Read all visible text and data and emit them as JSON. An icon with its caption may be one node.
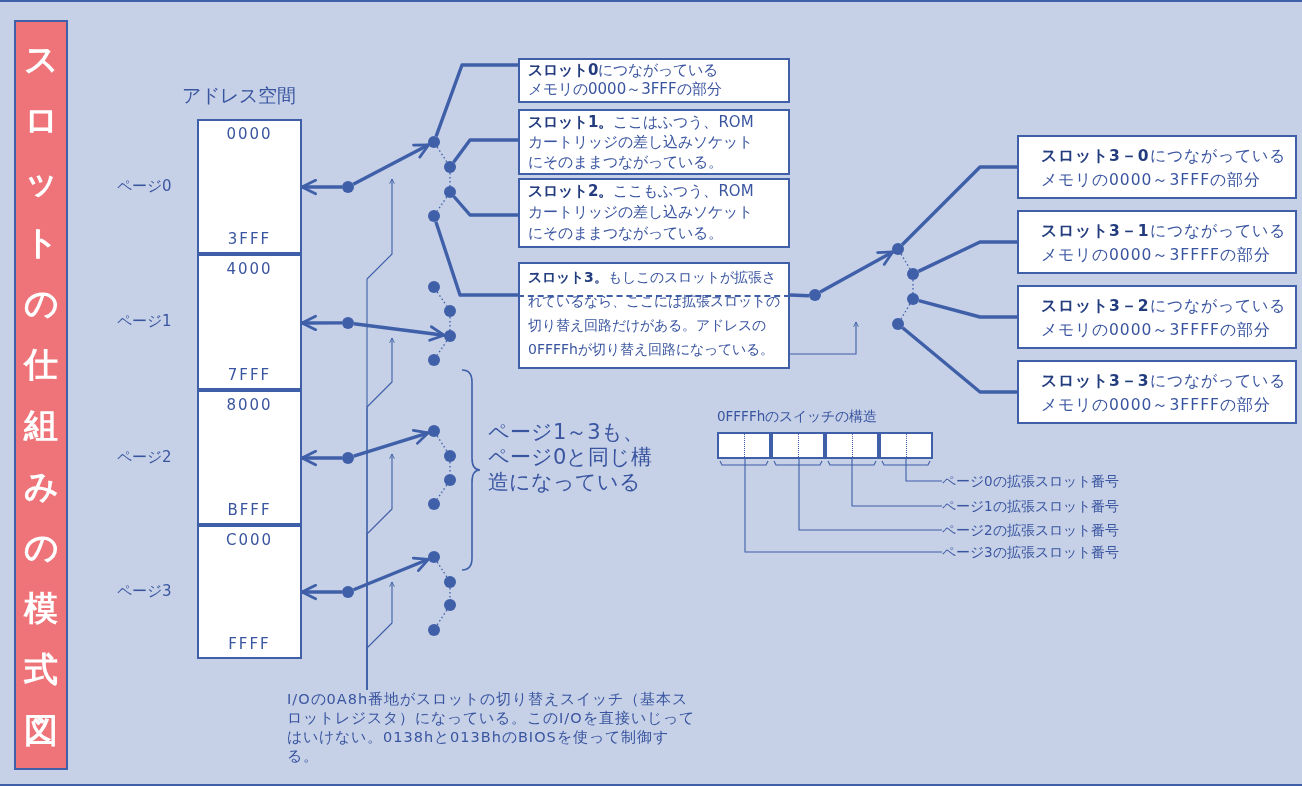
{
  "diagram": {
    "nodes": [
      {
        "text": [
          "スロットの仕組みの模式図"
        ]
      },
      {
        "text": [
          "0000",
          "3FFF"
        ],
        "beside": [
          "ページ0"
        ]
      },
      {
        "text": [
          "4000",
          "7FFF"
        ],
        "beside": [
          "ページ1"
        ]
      },
      {
        "text": [
          "8000",
          "BFFF"
        ],
        "beside": [
          "ページ2"
        ]
      },
      {
        "text": [
          "C000",
          "FFFF"
        ],
        "beside": [
          "ページ3"
        ]
      },
      {
        "text": [
          "**スロット0**につながっているメモリの0000～3FFFの部分"
        ]
      },
      {
        "text": [
          "**スロット1。**ここはふつう、ROMカートリッジの差し込みソケットにそのままつながっている。"
        ]
      },
      {
        "text": [
          "**スロット2。**ここもふつう、ROMカートリッジの差し込みソケットにそのままつながっている。"
        ]
      },
      {
        "text": [
          "**スロット3。**もしこのスロットが拡張されているなら、ここには拡張スロットの切り替え回路だけがある。アドレスの0FFFFhが切り替え回路になっている。"
        ]
      },
      {
        "text": [
          "**スロット3－0**につながっているメモリの0000～3FFFの部分"
        ]
      },
      {
        "text": [
          "**スロット3－1**につながっているメモリの0000～3FFFFの部分"
        ]
      },
      {
        "text": [
          "**スロット3－2**につながっているメモリの0000～3FFFFの部分"
        ]
      },
      {
        "text": [
          "**スロット3－3**につながっているメモリの0000～3FFFFの部分"
        ]
      },
      {
        "text": [],
        "shape": "circle"
      },
      {
        "text": [],
        "shape": "circle"
      },
      {
        "text": [],
        "shape": "circle"
      },
      {
        "text": [],
        "shape": "circle"
      },
      {
        "text": [],
        "shape": "circle"
      },
      {
        "text": [],
        "shape": "circle"
      },
      {
        "text": [],
        "shape": "circle"
      },
      {
        "text": [],
        "shape": "circle"
      },
      {
        "text": [],
        "shape": "circle"
      },
      {
        "text": [],
        "shape": "circle"
      },
      {
        "text": [],
        "shape": "circle"
      },
      {
        "text": [],
        "shape": "circle"
      },
      {
        "text": [],
        "shape": "circle"
      },
      {
        "text": [],
        "shape": "circle"
      },
      {
        "text": [],
        "shape": "circle"
      },
      {
        "text": [],
        "shape": "circle"
      },
      {
        "text": [],
        "shape": "circle"
      },
      {
        "text": [],
        "shape": "circle"
      },
      {
        "text": [],
        "shape": "circle"
      },
      {
        "text": [],
        "shape": "circle"
      },
      {
        "text": [],
        "shape": "circle"
      },
      {
        "text": [],
        "shape": "circle"
      },
      {
        "text": [],
        "shape": "circle"
      },
      {
        "text": [],
        "shape": "circle"
      },
      {
        "text": [],
        "shape": "circle"
      },
      {
        "text": [
          "I/Oの0A8h番地がスロットの切り替えスイッチ（基本スロットレジスタ）になっている。このI/Oを直接いじってはいけない。0138hと013BhのBIOSを使って制御する。"
        ]
      },
      {
        "text": [],
        "shape": "box"
      },
      {
        "text": [],
        "shape": "box"
      },
      {
        "text": [],
        "shape": "box"
      },
      {
        "text": [],
        "shape": "box"
      },
      {
        "text": [
          "ページ0の拡張スロット番号"
        ]
      },
      {
        "text": [
          "ページ1の拡張スロット番号"
        ]
      },
      {
        "text": [
          "ページ2の拡張スロット番号"
        ]
      },
      {
        "text": [
          "ページ3の拡張スロット番号"
        ]
      }
    ],
    "edges": [
      {
        "from": 13,
        "to": 1,
        "arrow": "to",
        "style": "thick"
      },
      {
        "from": 14,
        "to": 2,
        "arrow": "to",
        "style": "thick"
      },
      {
        "from": 15,
        "to": 3,
        "arrow": "to",
        "style": "thick"
      },
      {
        "from": 16,
        "to": 4,
        "arrow": "to",
        "style": "thick"
      },
      {
        "from": 13,
        "to": 17,
        "arrow": "to",
        "style": "thick"
      },
      {
        "from": 14,
        "to": 23,
        "arrow": "to",
        "style": "thick"
      },
      {
        "from": 15,
        "to": 25,
        "arrow": "to",
        "style": "thick"
      },
      {
        "from": 16,
        "to": 29,
        "arrow": "to",
        "style": "thick"
      },
      {
        "from": 17,
        "to": 5,
        "arrow": "none",
        "style": "thick"
      },
      {
        "from": 18,
        "to": 6,
        "arrow": "none",
        "style": "thick"
      },
      {
        "from": 19,
        "to": 7,
        "arrow": "none",
        "style": "thick"
      },
      {
        "from": 20,
        "to": 8,
        "arrow": "none",
        "style": "thick"
      },
      {
        "from": 8,
        "to": 33,
        "arrow": "none",
        "style": "thick"
      },
      {
        "from": 33,
        "to": 34,
        "arrow": "to",
        "style": "thick"
      },
      {
        "from": 34,
        "to": 9,
        "arrow": "none",
        "style": "thick"
      },
      {
        "from": 35,
        "to": 10,
        "arrow": "none",
        "style": "thick"
      },
      {
        "from": 36,
        "to": 11,
        "arrow": "none",
        "style": "thick"
      },
      {
        "from": 37,
        "to": 12,
        "arrow": "none",
        "style": "thick"
      },
      {
        "from": 17,
        "to": 18,
        "arrow": "none",
        "style": "dashed"
      },
      {
        "from": 18,
        "to": 19,
        "arrow": "none",
        "style": "dashed"
      },
      {
        "from": 19,
        "to": 20,
        "arrow": "none",
        "style": "dashed"
      },
      {
        "from": 21,
        "to": 22,
        "arrow": "none",
        "style": "dashed"
      },
      {
        "from": 22,
        "to": 23,
        "arrow": "none",
        "style": "dashed"
      },
      {
        "from": 23,
        "to": 24,
        "arrow": "none",
        "style": "dashed"
      },
      {
        "from": 25,
        "to": 26,
        "arrow": "none",
        "style": "dashed"
      },
      {
        "from": 26,
        "to": 27,
        "arrow": "none",
        "style": "dashed"
      },
      {
        "from": 27,
        "to": 28,
        "arrow": "none",
        "style": "dashed"
      },
      {
        "from": 29,
        "to": 30,
        "arrow": "none",
        "style": "dashed"
      },
      {
        "from": 30,
        "to": 31,
        "arrow": "none",
        "style": "dashed"
      },
      {
        "from": 31,
        "to": 32,
        "arrow": "none",
        "style": "dashed"
      },
      {
        "from": 34,
        "to": 35,
        "arrow": "none",
        "style": "dashed"
      },
      {
        "from": 35,
        "to": 36,
        "arrow": "none",
        "style": "dashed"
      },
      {
        "from": 36,
        "to": 37,
        "arrow": "none",
        "style": "dashed"
      },
      {
        "from": 38,
        "to": null,
        "arrow": "to"
      },
      {
        "from": 38,
        "to": null,
        "arrow": "to"
      },
      {
        "from": 38,
        "to": null,
        "arrow": "to"
      },
      {
        "from": 38,
        "to": null,
        "arrow": "to"
      },
      {
        "from": 8,
        "to": null,
        "arrow": "to"
      },
      {
        "from": 43,
        "to": 42,
        "arrow": "none"
      },
      {
        "from": 44,
        "to": 41,
        "arrow": "none"
      },
      {
        "from": 45,
        "to": 40,
        "arrow": "none"
      },
      {
        "from": 46,
        "to": 39,
        "arrow": "none"
      }
    ],
    "labels": [
      "アドレス空間",
      "ページ1～3も、ページ0と同じ構造になっている",
      "0FFFFhのスイッチの構造"
    ]
  }
}
